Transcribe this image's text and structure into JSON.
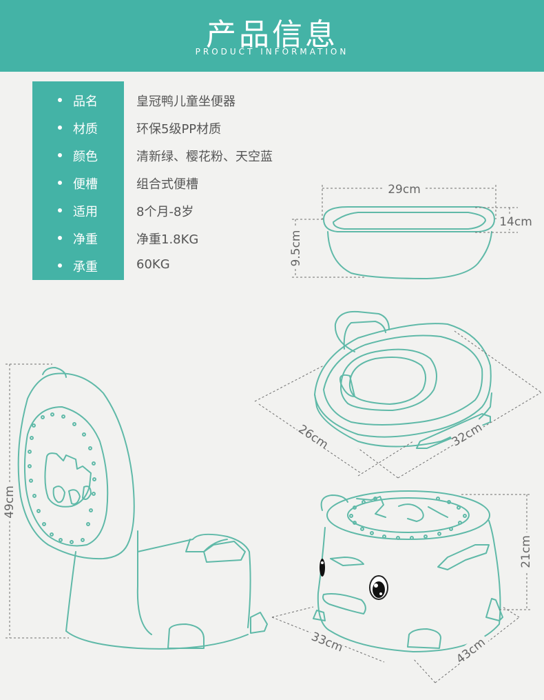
{
  "header": {
    "title": "产品信息",
    "subtitle": "PRODUCT INFORMATION"
  },
  "specs": [
    {
      "label": "品名",
      "value": "皇冠鸭儿童坐便器"
    },
    {
      "label": "材质",
      "value": "环保5级PP材质"
    },
    {
      "label": "颜色",
      "value": "清新绿、樱花粉、天空蓝"
    },
    {
      "label": "便槽",
      "value": "组合式便槽"
    },
    {
      "label": "适用",
      "value": "8个月-8岁"
    },
    {
      "label": "净重",
      "value": "净重1.8KG"
    },
    {
      "label": "承重",
      "value": "60KG"
    }
  ],
  "dimensions": {
    "basin_width": "29cm",
    "basin_depth": "14cm",
    "basin_height": "9.5cm",
    "seat_depth": "26cm",
    "seat_width": "32cm",
    "potty_total_height": "49cm",
    "potty_height": "21cm",
    "potty_depth": "33cm",
    "potty_width": "43cm"
  },
  "colors": {
    "accent": "#44b3a6",
    "outline": "#5fb9a8",
    "background": "#f2f2f0",
    "text": "#555555"
  }
}
